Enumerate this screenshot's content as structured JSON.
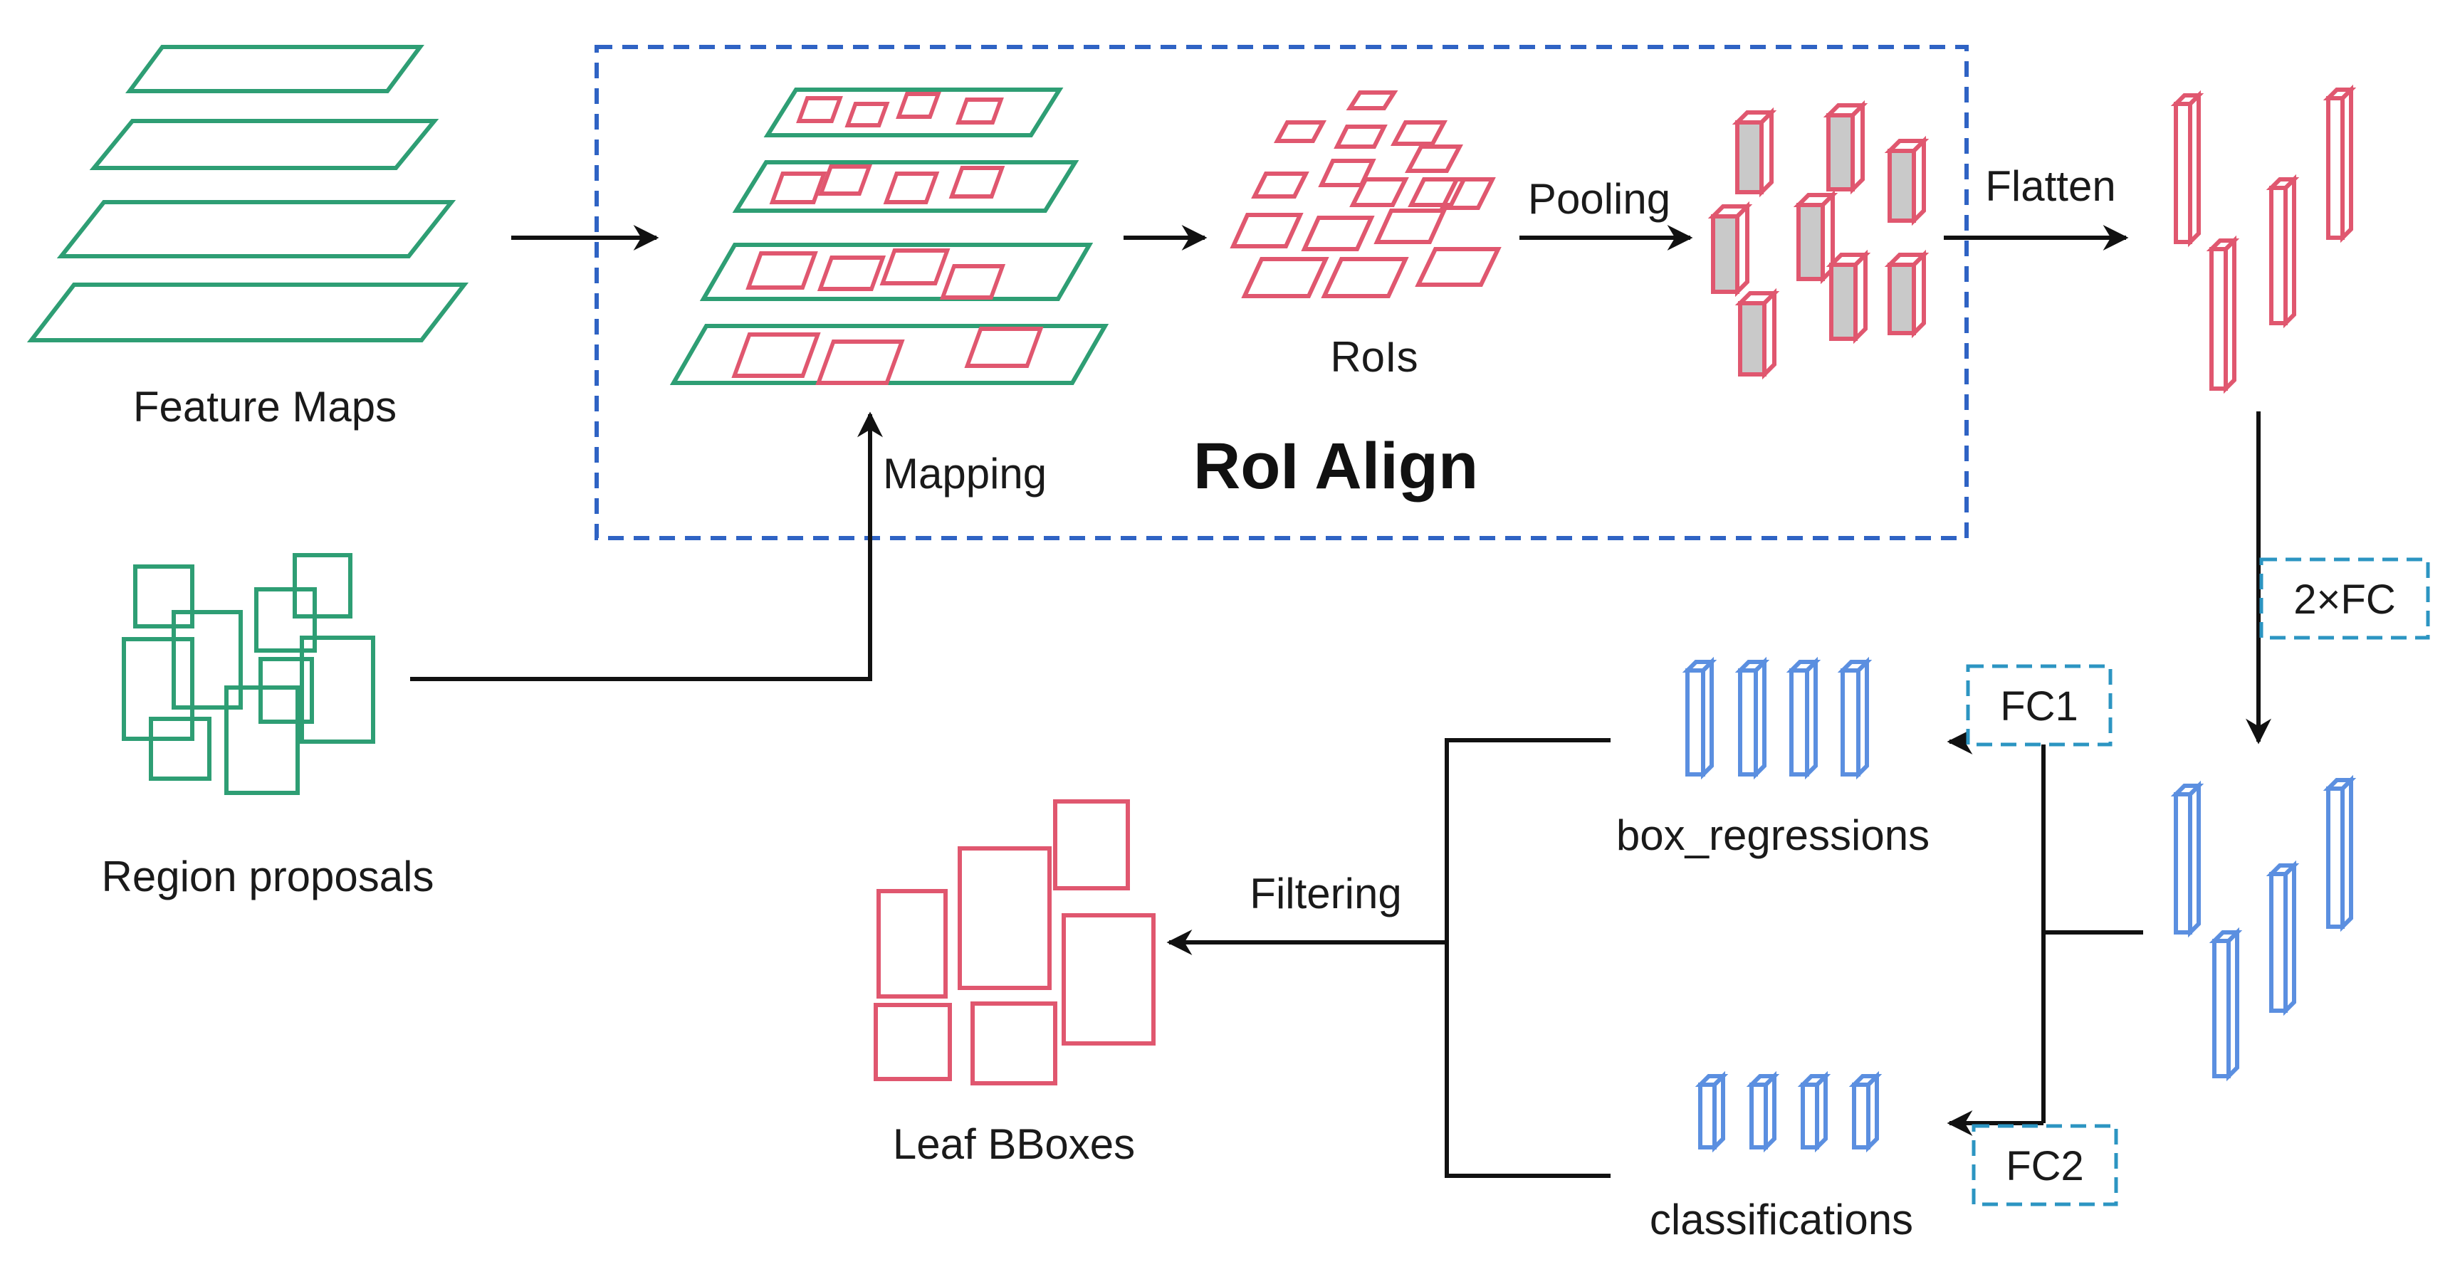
{
  "colors": {
    "green": "#2e9e74",
    "pink": "#e0576f",
    "blue": "#5b8fe0",
    "blue_dash": "#2f63c4",
    "teal_dash": "#2c95c2",
    "gray_fill": "#c9c9c9",
    "arrow": "#111111"
  },
  "labels": {
    "feature_maps": "Feature Maps",
    "region_proposals": "Region proposals",
    "mapping": "Mapping",
    "roi_align": "RoI Align",
    "rois": "RoIs",
    "pooling": "Pooling",
    "flatten": "Flatten",
    "two_fc": "2×FC",
    "fc1": "FC1",
    "fc2": "FC2",
    "box_regressions": "box_regressions",
    "classifications": "classifications",
    "filtering": "Filtering",
    "leaf_bboxes": "Leaf BBoxes"
  }
}
